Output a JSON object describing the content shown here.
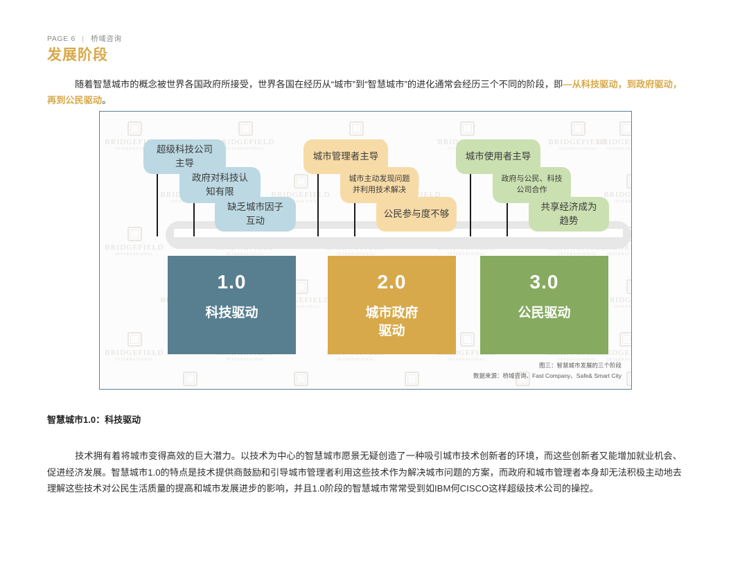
{
  "header": {
    "page_label": "PAGE 6",
    "separator": "|",
    "brand": "桥域咨询",
    "section_title": "发展阶段"
  },
  "intro": {
    "part1": "随着智慧城市的概念被世界各国政府所接受，世界各国在经历从“城市”到“智慧城市”的进化通常会经历三个不同的阶段，即",
    "dash": "—",
    "highlight": "从科技驱动，到政府驱动，再到公民驱动",
    "end": "。"
  },
  "figure": {
    "watermark": {
      "name": "BRIDGEFIELD",
      "sub": "INTERNATIONAL"
    },
    "bubbles": [
      {
        "id": "tech-lead",
        "group": "blue",
        "text": "超级科技公司\n主导"
      },
      {
        "id": "gov-limited",
        "group": "blue",
        "text": "政府对科技认\n知有限"
      },
      {
        "id": "lack-city-factor",
        "group": "blue",
        "text": "缺乏城市因子\n互动"
      },
      {
        "id": "city-admin-lead",
        "group": "orange",
        "text": "城市管理者主导"
      },
      {
        "id": "city-proactive",
        "group": "orange",
        "text": "城市主动发现问题\n并利用技术解决"
      },
      {
        "id": "low-citizen",
        "group": "orange",
        "text": "公民参与度不够"
      },
      {
        "id": "city-user-lead",
        "group": "green",
        "text": "城市使用者主导"
      },
      {
        "id": "gov-citizen-coop",
        "group": "green",
        "text": "政府与公民、科技\n公司合作"
      },
      {
        "id": "sharing-economy",
        "group": "green",
        "text": "共享经济成为\n趋势"
      }
    ],
    "phases": [
      {
        "id": "phase-1",
        "number": "1.0",
        "label": "科技驱动",
        "color": "#587f90"
      },
      {
        "id": "phase-2",
        "number": "2.0",
        "label": "城市政府\n驱动",
        "color": "#d8a94a"
      },
      {
        "id": "phase-3",
        "number": "3.0",
        "label": "公民驱动",
        "color": "#86ab60"
      }
    ],
    "caption_title": "图三：智慧城市发展的三个阶段",
    "caption_source": "数据来源：桥域咨询、Fast Company、Safe& Smart City"
  },
  "lower": {
    "sub_head": "智慧城市1.0：科技驱动",
    "paragraph": "技术拥有着将城市变得高效的巨大潜力。以技术为中心的智慧城市愿景无疑创造了一种吸引城市技术创新者的环境，而这些创新者又能增加就业机会、促进经济发展。智慧城市1.0的特点是技术提供商鼓励和引导城市管理者利用这些技术作为解决城市问题的方案，而政府和城市管理者本身却无法积极主动地去理解这些技术对公民生活质量的提高和城市发展进步的影响，并且1.0阶段的智慧城市常常受到如IBM何CISCO这样超级技术公司的操控。"
  },
  "colors": {
    "accent": "#d8a94a",
    "blue_bubble": "#bcd9e3",
    "orange_bubble": "#f7dba7",
    "green_bubble": "#cbe0b1",
    "frame_border": "#5d7f96"
  }
}
